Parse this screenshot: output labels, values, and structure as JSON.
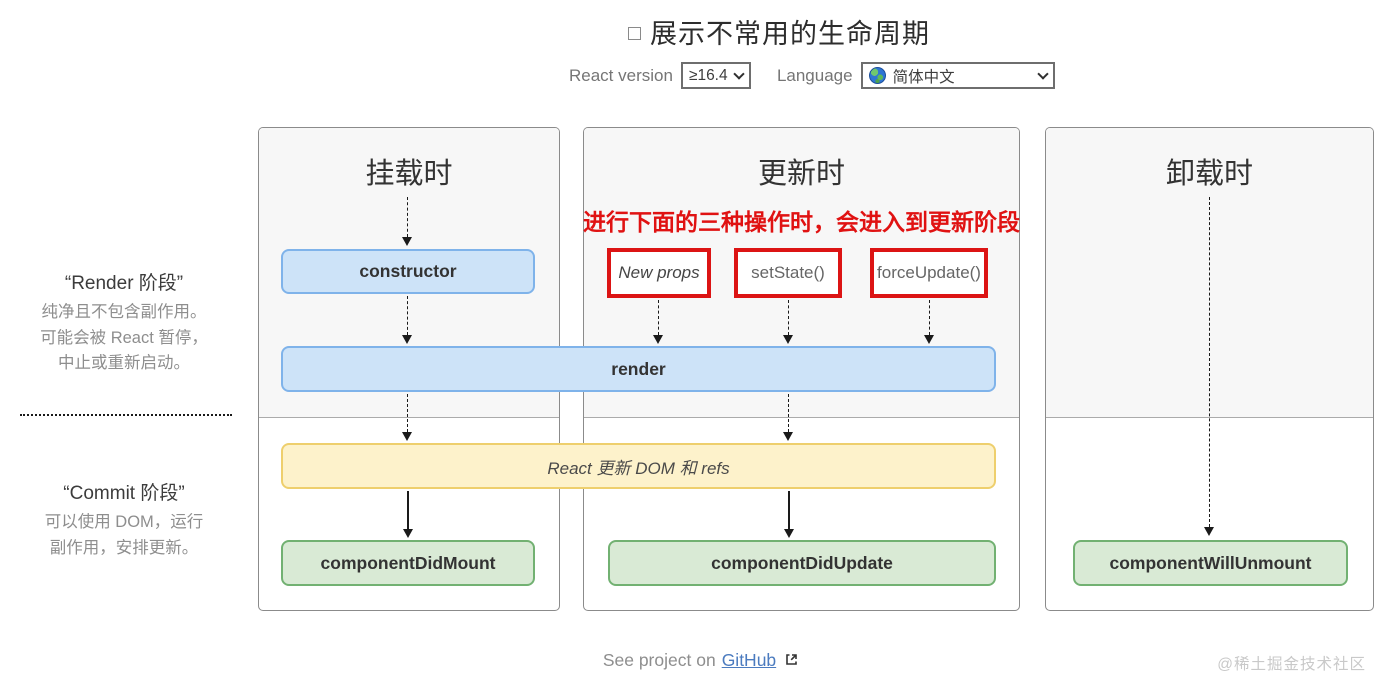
{
  "title": {
    "checkbox_checked": false,
    "text": "展示不常用的生命周期"
  },
  "controls": {
    "react_version": {
      "label": "React version",
      "value": "≥16.4"
    },
    "language": {
      "label": "Language",
      "value": "简体中文"
    }
  },
  "phases": {
    "render": {
      "title": "“Render 阶段”",
      "lines": [
        "纯净且不包含副作用。",
        "可能会被 React 暂停，",
        "中止或重新启动。"
      ]
    },
    "commit": {
      "title": "“Commit 阶段”",
      "lines": [
        "可以使用 DOM，运行",
        "副作用，安排更新。"
      ]
    }
  },
  "columns": {
    "mount": {
      "header": "挂载时"
    },
    "update": {
      "header": "更新时",
      "annotation": "进行下面的三种操作时，会进入到更新阶段",
      "triggers": [
        "New props",
        "setState()",
        "forceUpdate()"
      ]
    },
    "unmount": {
      "header": "卸载时"
    }
  },
  "methods": {
    "constructor": "constructor",
    "render": "render",
    "dom_update": "React 更新 DOM 和 refs",
    "did_mount": "componentDidMount",
    "did_update": "componentDidUpdate",
    "will_unmount": "componentWillUnmount"
  },
  "footer": {
    "text": "See project on",
    "link": "GitHub"
  },
  "watermark": "@稀土掘金技术社区",
  "colors": {
    "blue_fill": "#cde3f8",
    "blue_border": "#7fb3ea",
    "green_fill": "#d9ead5",
    "green_border": "#72b172",
    "yellow_fill": "#fdf2cb",
    "yellow_border": "#eecf6d",
    "red_annotation": "#e01212",
    "link": "#4b7bbf"
  }
}
